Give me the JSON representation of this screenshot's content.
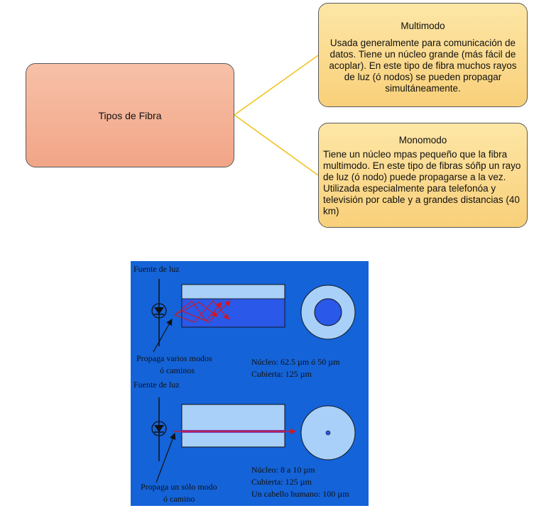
{
  "diagram": {
    "root": {
      "label": "Tipos de Fibra"
    },
    "multimodo": {
      "title": "Multimodo",
      "body": "Usada generalmente para comunicación de datos. Tiene un núcleo grande (más fácil de acoplar). En este tipo de fibra muchos rayos de luz (ó nodos) se pueden propagar simultáneamente."
    },
    "monomodo": {
      "title": "Monomodo",
      "body": "Tiene un núcleo mpas pequeño que la fibra multimodo. En este tipo de fibras sóñp un rayo de luz (ó nodo) puede propagarse a la vez. Utilizada especialmente para telefonóa y televisión por cable y a grandes distancias (40 km)"
    }
  },
  "figure": {
    "colors": {
      "background": "#1463d8",
      "cladding": "#a8d0f8",
      "core_multi": "#2a58e8",
      "ray": "#d8141c",
      "core_mono": "#7a3ab8"
    },
    "multimode": {
      "source_label": "Fuente de luz",
      "propagation_line1": "Propaga varios modos",
      "propagation_line2": "ó caminos",
      "core_spec": "Núcleo: 62.5 µm ó 50 µm",
      "cladding_spec": "Cubierta: 125 µm"
    },
    "singlemode": {
      "source_label": "Fuente de luz",
      "propagation_line1": "Propaga un sólo modo",
      "propagation_line2": "ó camino",
      "core_spec": "Núcleo: 8 a 10 µm",
      "cladding_spec": "Cubierta: 125 µm",
      "hair_spec": "Un cabello humano: 100 µm"
    }
  }
}
